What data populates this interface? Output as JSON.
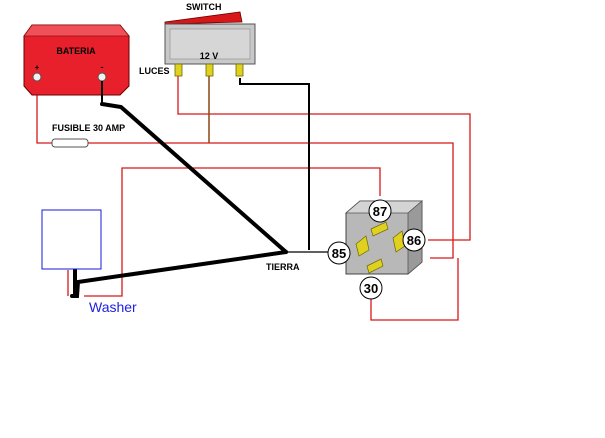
{
  "labels": {
    "battery": "BATERIA",
    "switch": "SWITCH",
    "voltage": "12 V",
    "lights": "LUCES",
    "fuse": "FUSIBLE 30 AMP",
    "ground": "TIERRA",
    "washer": "Washer"
  },
  "relay_pins": {
    "p87": "87",
    "p85": "85",
    "p86": "86",
    "p30": "30"
  },
  "battery_terminals": {
    "positive": "+",
    "negative": "-"
  },
  "colors": {
    "battery_body": "#e8202c",
    "switch_rocker": "#d81818",
    "switch_body": "#c8c8c8",
    "terminal": "#e0d020",
    "relay_body": "#b8b8b8",
    "wire_red": "#d81818",
    "wire_black": "#000000",
    "wire_brown": "#8b4513",
    "washer_box": "#1a1ad8",
    "washer_text": "#2020e0"
  }
}
